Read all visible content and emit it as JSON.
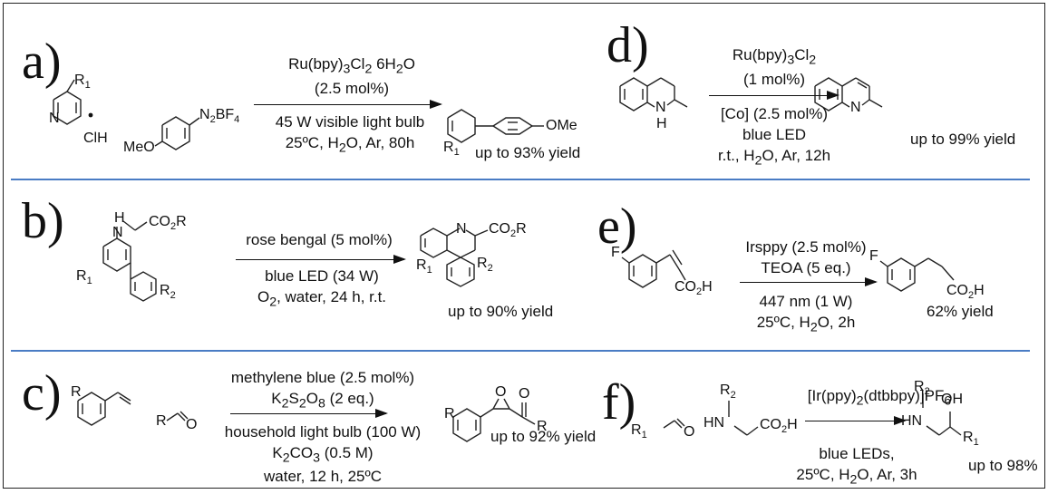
{
  "panels": {
    "a": {
      "label": "a)",
      "cond_top": [
        "Ru(bpy)",
        "3",
        "Cl",
        "2",
        " 6H",
        "2",
        "O"
      ],
      "cond_top2": "(2.5 mol%)",
      "cond_bottom1": "45 W visible light bulb",
      "cond_bottom2": [
        "25ºC, H",
        "2",
        "O, Ar, 80h"
      ],
      "r1": "R1",
      "n_atom": "N",
      "clh": "ClH",
      "meo": "MeO",
      "n2bf4": [
        "N",
        "2",
        "BF",
        "4"
      ],
      "ome": "OMe",
      "yield": "up to 93% yield"
    },
    "d": {
      "label": "d)",
      "cond_top": [
        "Ru(bpy)",
        "3",
        "Cl",
        "2"
      ],
      "cond_top2": "(1 mol%)",
      "cond_bottom1": "[Co] (2.5 mol%)",
      "cond_bottom2": "blue LED",
      "cond_bottom3": [
        "r.t., H",
        "2",
        "O, Ar, 12h"
      ],
      "nh": "N",
      "h": "H",
      "n_atom": "N",
      "yield": "up to 99% yield"
    },
    "b": {
      "label": "b)",
      "cond_top": "rose bengal (5 mol%)",
      "cond_bottom1": "blue LED (34 W)",
      "cond_bottom2": [
        "O",
        "2",
        ", water, 24 h, r.t."
      ],
      "h": "H",
      "n_atom": "N",
      "co2r": [
        "CO",
        "2",
        "R"
      ],
      "r1": "R1",
      "r2": "R2",
      "yield": "up to 90% yield"
    },
    "e": {
      "label": "e)",
      "cond_top": "Irsppy (2.5 mol%)",
      "cond_top2": "TEOA (5 eq.)",
      "cond_bottom1": "447 nm (1 W)",
      "cond_bottom2": [
        "25ºC, H",
        "2",
        "O, 2h"
      ],
      "f": "F",
      "co2h": [
        "CO",
        "2",
        "H"
      ],
      "yield": "62% yield"
    },
    "c": {
      "label": "c)",
      "cond_top": "methylene blue (2.5 mol%)",
      "cond_top2": [
        "K",
        "2",
        "S",
        "2",
        "O",
        "8",
        " (2 eq.)"
      ],
      "cond_bottom1": "household light bulb (100 W)",
      "cond_bottom2": [
        "K",
        "2",
        "CO",
        "3",
        " (0.5 M)"
      ],
      "cond_bottom3": "water, 12 h, 25ºC",
      "r": "R",
      "o": "O",
      "yield": "up to 92% yield"
    },
    "f": {
      "label": "f)",
      "cond_top": [
        "[Ir(ppy)",
        "2",
        "(dtbbpy)]PF",
        "6"
      ],
      "cond_bottom1": "blue LEDs,",
      "cond_bottom2": [
        "25ºC, H",
        "2",
        "O, Ar, 3h"
      ],
      "r1": "R1",
      "r2": "R2",
      "o": "O",
      "hn": "HN",
      "co2h": [
        "CO",
        "2",
        "H"
      ],
      "oh": "OH",
      "yield": "up to 98%"
    }
  },
  "colors": {
    "separator": "#4a7cc4",
    "ink": "#111111"
  }
}
